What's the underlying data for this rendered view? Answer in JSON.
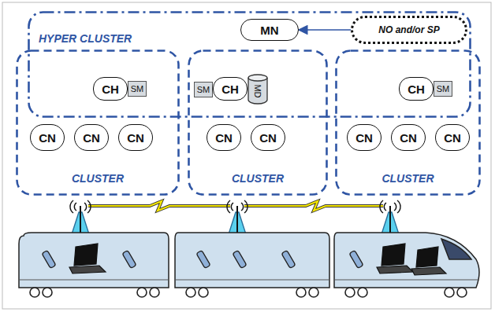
{
  "diagram": {
    "nodes": [
      {
        "text": [
          "HYPER CLUSTER"
        ]
      },
      {
        "text": [
          "MN"
        ],
        "in": 0
      },
      {
        "text": [
          "NO and/or SP"
        ],
        "in": 0
      },
      {
        "text": [
          "CLUSTER"
        ]
      },
      {
        "text": [
          "CH"
        ],
        "in": 3
      },
      {
        "text": [
          "SM"
        ],
        "in": 3
      },
      {
        "text": [
          "CN"
        ],
        "in": 3
      },
      {
        "text": [
          "CN"
        ],
        "in": 3
      },
      {
        "text": [
          "CN"
        ],
        "in": 3
      },
      {
        "text": [
          "CLUSTER"
        ]
      },
      {
        "text": [
          "SM"
        ],
        "in": 9
      },
      {
        "text": [
          "CH"
        ],
        "in": 9
      },
      {
        "text": [
          "MD"
        ],
        "in": 9
      },
      {
        "text": [
          "CN"
        ],
        "in": 9
      },
      {
        "text": [
          "CN"
        ],
        "in": 9
      },
      {
        "text": [
          "CLUSTER"
        ]
      },
      {
        "text": [
          "CH"
        ],
        "in": 15
      },
      {
        "text": [
          "SM"
        ],
        "in": 15
      },
      {
        "text": [
          "CN"
        ],
        "in": 15
      },
      {
        "text": [
          "CN"
        ],
        "in": 15
      },
      {
        "text": [
          "CN"
        ],
        "in": 15
      }
    ],
    "edges": [
      {
        "from": 2,
        "to": 1,
        "arrow": "to"
      }
    ]
  }
}
